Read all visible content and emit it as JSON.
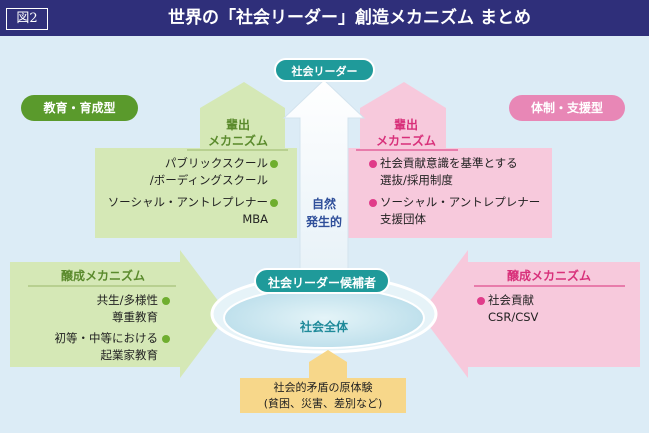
{
  "figure_label": "図2",
  "title": "世界の「社会リーダー」創造メカニズム まとめ",
  "top_node": "社会リーダー",
  "left_tag": "教育・育成型",
  "right_tag": "体制・支援型",
  "center_up": {
    "line1": "自然",
    "line2": "発生的"
  },
  "left_upper": {
    "title_line1": "輩出",
    "title_line2": "メカニズム",
    "items": [
      {
        "line1": "パブリックスクール",
        "line2": "/ボーディングスクール"
      },
      {
        "line1": "ソーシャル・アントレプレナー",
        "line2": "MBA"
      }
    ]
  },
  "right_upper": {
    "title_line1": "輩出",
    "title_line2": "メカニズム",
    "items": [
      {
        "line1": "社会貢献意識を基準とする",
        "line2": "選抜/採用制度"
      },
      {
        "line1": "ソーシャル・アントレプレナー",
        "line2": "支援団体"
      }
    ]
  },
  "left_lower": {
    "title": "醸成メカニズム",
    "items": [
      {
        "line1": "共生/多様性",
        "line2": "尊重教育"
      },
      {
        "line1": "初等・中等における",
        "line2": "起業家教育"
      }
    ]
  },
  "right_lower": {
    "title": "醸成メカニズム",
    "items": [
      {
        "line1": "社会貢献",
        "line2": "CSR/CSV"
      }
    ]
  },
  "candidate": "社会リーダー候補者",
  "society": "社会全体",
  "bottom": {
    "line1": "社会的矛盾の原体験",
    "line2": "(貧困、災害、差別など)"
  },
  "colors": {
    "header": "#2f2f7a",
    "green_arrow": "#d5e8b6",
    "pink_arrow": "#f7c9dc",
    "teal": "#1f9a9a",
    "yellow_arrow": "#f7d78a",
    "ellipse": "#cfe8f1"
  }
}
